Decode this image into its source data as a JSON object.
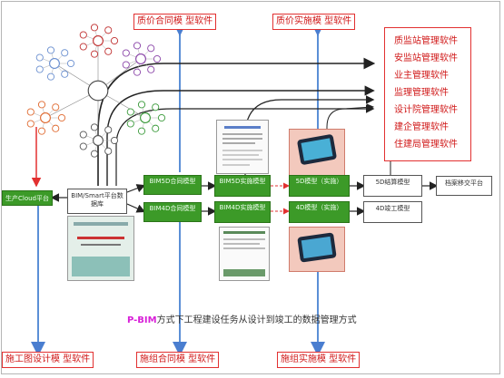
{
  "top_labels": {
    "contract_pricing": "质价合同模 型软件",
    "implementation_pricing": "质价实施模 型软件"
  },
  "bottom_labels": {
    "design": "施工图设计模 型软件",
    "contract": "施组合同模 型软件",
    "implementation": "施组实施模 型软件"
  },
  "stakeholders": [
    "质监站管理软件",
    "安监站管理软件",
    "业主管理软件",
    "监理管理软件",
    "设计院管理软件",
    "建企管理软件",
    "住建局管理软件"
  ],
  "flow": {
    "left_green": "生产Cloud平台",
    "bim_white": "BIM/Smart平台数据库",
    "contract_top": "BIM5D合同模型",
    "contract_bottom": "BIM4D合同模型",
    "impl_top": "BIM5D实施模型",
    "impl_bottom": "BIM4D实施模型",
    "red_top": "5D模型（实施）",
    "red_bottom": "4D模型（实施）",
    "final_top": "5D结算模型",
    "final_bottom": "4D竣工模型",
    "archive": "档案移交平台"
  },
  "caption": {
    "prefix": "P-BIM",
    "text": "方式下工程建设任务从设计到竣工的数据管理方式"
  },
  "colors": {
    "red": "#e23030",
    "green": "#3c9a28",
    "blue": "#5b8fd6"
  }
}
